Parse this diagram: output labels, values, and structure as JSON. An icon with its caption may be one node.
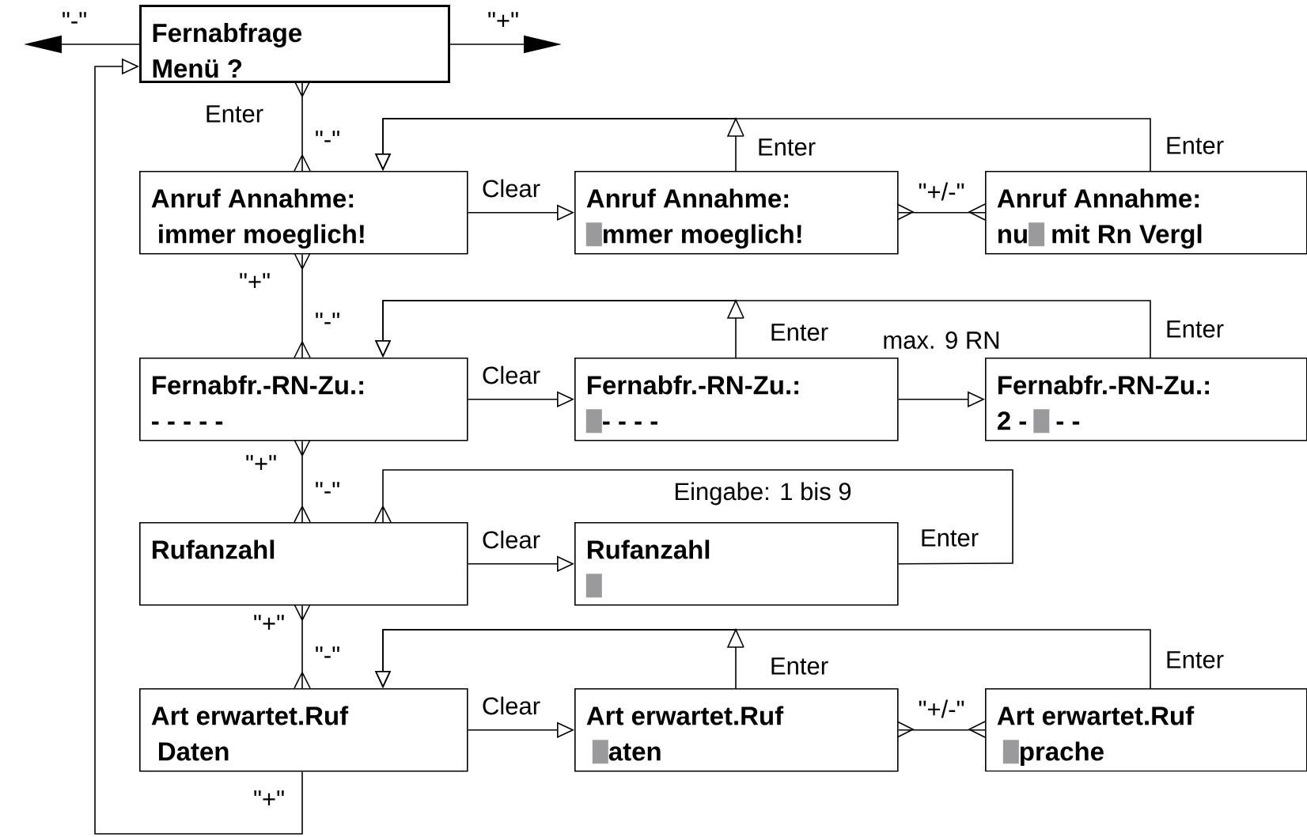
{
  "diagram": {
    "nodes": [
      {
        "text": [
          "Fernabfrage",
          "Menü ?"
        ]
      },
      {
        "text": [
          "Anruf Annahme:",
          "immer moeglich!"
        ]
      },
      {
        "text": [
          "Anruf Annahme:",
          "mmer moeglich!"
        ]
      },
      {
        "text": [
          "Anruf Annahme:",
          "nu",
          "mit Rn Vergl"
        ]
      },
      {
        "text": [
          "Fernabfr.-RN-Zu.:",
          "- - - - -"
        ]
      },
      {
        "text": [
          "Fernabfr.-RN-Zu.:",
          "- - - -"
        ]
      },
      {
        "text": [
          "Fernabfr.-RN-Zu.:",
          "2 -",
          "- -"
        ]
      },
      {
        "text": [
          "Rufanzahl"
        ]
      },
      {
        "text": [
          "Rufanzahl"
        ]
      },
      {
        "text": [
          "Art erwartet.Ruf",
          "Daten"
        ]
      },
      {
        "text": [
          "Art erwartet.Ruf",
          "aten"
        ]
      },
      {
        "text": [
          "Art erwartet.Ruf",
          "prache"
        ]
      }
    ],
    "edges": [
      {
        "from": 0,
        "to": null,
        "arrow": "to",
        "label": "\"-\""
      },
      {
        "from": 0,
        "to": null,
        "arrow": "to",
        "label": "\"+\""
      },
      {
        "from": 0,
        "to": 1,
        "arrow": "other",
        "label": "Enter"
      },
      {
        "from": 1,
        "to": 2,
        "arrow": "to",
        "label": "Clear"
      },
      {
        "from": 2,
        "to": 3,
        "arrow": "other",
        "label": "\"+/-\""
      },
      {
        "from": 3,
        "to": 1,
        "arrow": "to",
        "label": "Enter"
      },
      {
        "from": 2,
        "to": 1,
        "arrow": "to",
        "label": "Enter"
      },
      {
        "from": 1,
        "to": 4,
        "arrow": "other",
        "label": "\"+\""
      },
      {
        "from": 4,
        "to": 5,
        "arrow": "to",
        "label": "Clear"
      },
      {
        "from": 5,
        "to": 6,
        "arrow": "to",
        "label": "max. 9 RN"
      },
      {
        "from": 6,
        "to": 4,
        "arrow": "to",
        "label": "Enter"
      },
      {
        "from": 5,
        "to": 4,
        "arrow": "to",
        "label": "Enter"
      },
      {
        "from": 4,
        "to": 7,
        "arrow": "other",
        "label": "\"+\""
      },
      {
        "from": 7,
        "to": 8,
        "arrow": "to",
        "label": "Clear"
      },
      {
        "from": 8,
        "to": 7,
        "arrow": "other",
        "label": "Enter"
      },
      {
        "from": 7,
        "to": 9,
        "arrow": "other",
        "label": "\"+\""
      },
      {
        "from": 9,
        "to": 10,
        "arrow": "to",
        "label": "Clear"
      },
      {
        "from": 10,
        "to": 11,
        "arrow": "other",
        "label": "\"+/-\""
      },
      {
        "from": 11,
        "to": 9,
        "arrow": "to",
        "label": "Enter"
      },
      {
        "from": 10,
        "to": 9,
        "arrow": "to",
        "label": "Enter"
      },
      {
        "from": 9,
        "to": 0,
        "arrow": "to",
        "label": "\"+\""
      }
    ],
    "labels": [
      "\"-\"",
      "\"-\"",
      "\"-\"",
      "Eingabe: 1 bis 9",
      "\"-\""
    ]
  }
}
